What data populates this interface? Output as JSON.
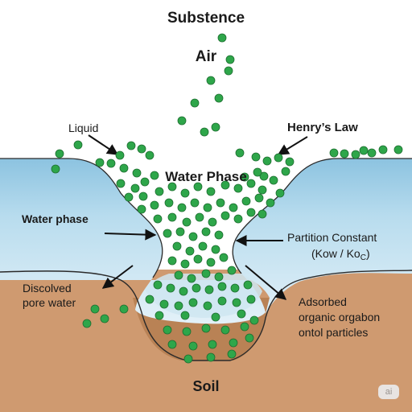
{
  "labels": {
    "title": "Substence",
    "air": "Air",
    "liquid": "Liquid",
    "henrys_law": "Henry’s Law",
    "water_phase_center": "Water Phase",
    "water_phase_left": "Water phase",
    "partition_line1": "Partition Constant",
    "partition_line2_prefix": "(Kow / Ko",
    "partition_line2_sub": "C",
    "partition_line2_suffix": ")",
    "dissolved_line1": "Discolved",
    "dissolved_line2": "pore water",
    "adsorbed_line1": "Adsorbed",
    "adsorbed_line2": "organic orgabon",
    "adsorbed_line3": "ontol particles",
    "soil": "Soil",
    "badge": "ai"
  },
  "colors": {
    "water_top": "#a8d3e8",
    "water_bottom": "#d8ecf5",
    "soil": "#cf9a70",
    "soil_dark": "#b98255",
    "particle": "#2ea64a",
    "particle_outline": "#1d6e30",
    "arrow": "#111111"
  }
}
